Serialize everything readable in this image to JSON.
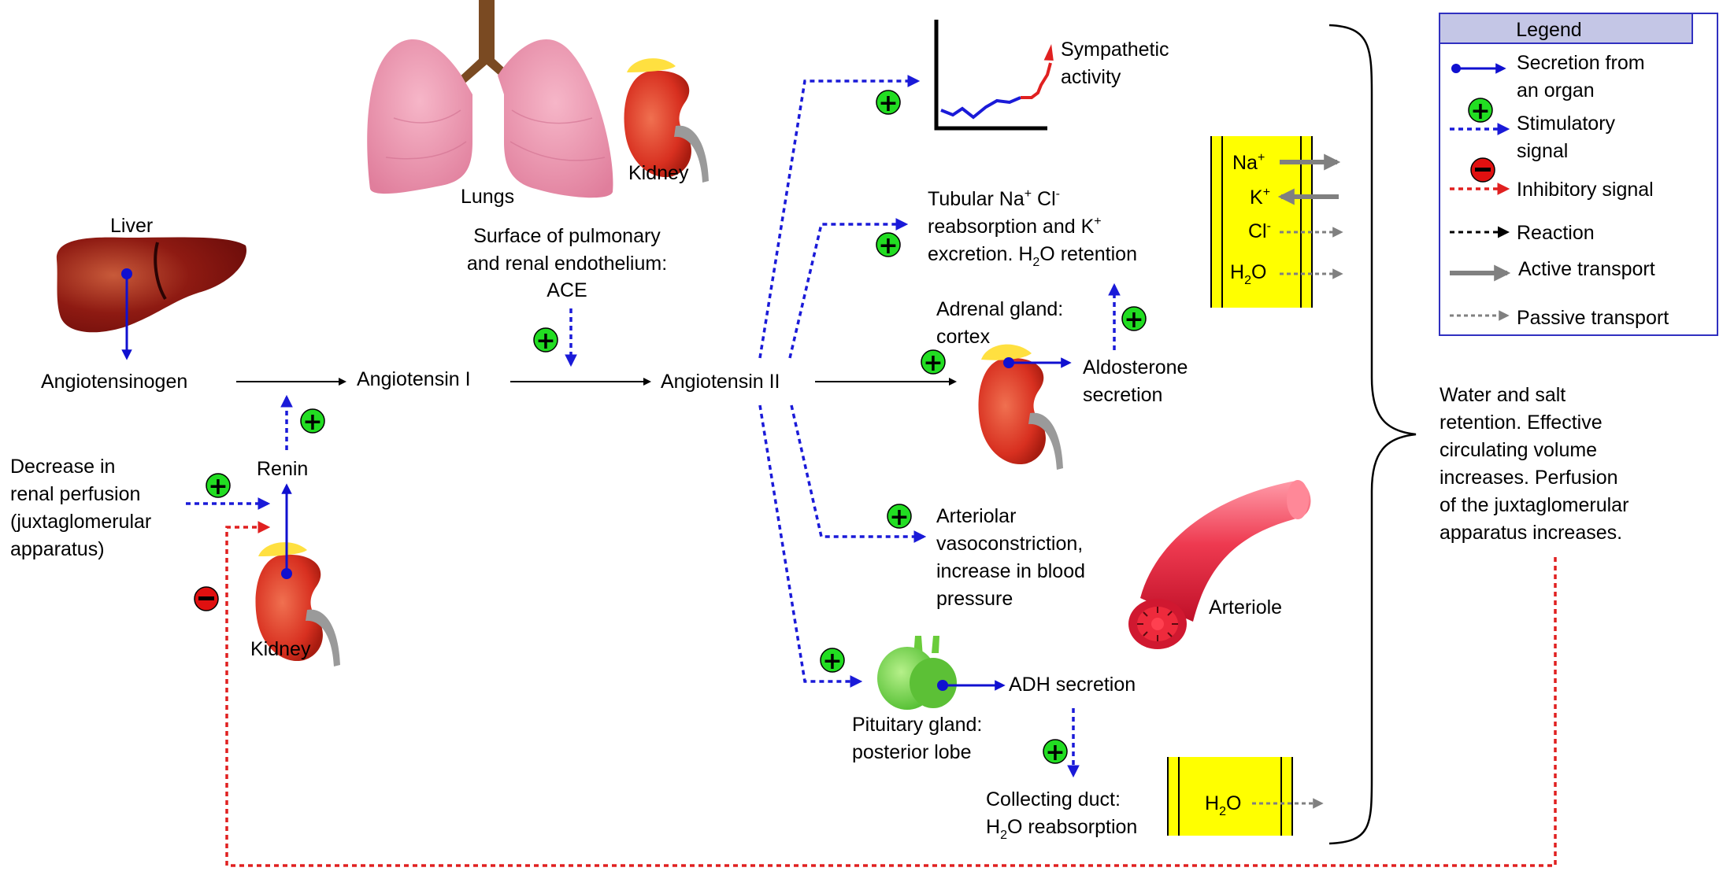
{
  "colors": {
    "secretion": "#1010d0",
    "stimulatory": "#1a1ad8",
    "inhibitory": "#e02020",
    "reaction": "#000000",
    "transport": "#808080",
    "plus_badge": "#22dd22",
    "minus_badge": "#e01010",
    "membrane": "#ffff00",
    "legend_header": "#c4c6e6",
    "legend_border": "#3030c0"
  },
  "icons": [
    "liver-icon",
    "lungs-icon",
    "kidney-icon",
    "adrenal-cap-icon",
    "pituitary-gland-icon",
    "arteriole-icon",
    "activity-graph-icon",
    "curly-brace-icon"
  ],
  "labels": {
    "liver": "Liver",
    "lungs": "Lungs",
    "kidney_top": "Kidney",
    "kidney_bottom": "Kidney",
    "angiotensinogen": "Angiotensinogen",
    "angiotensin1": "Angiotensin I",
    "angiotensin2": "Angiotensin II",
    "ace_1": "Surface of pulmonary",
    "ace_2": "and renal endothelium:",
    "ace_3": "ACE",
    "renin": "Renin",
    "decrease_1": "Decrease in",
    "decrease_2": "renal perfusion",
    "decrease_3": "(juxtaglomerular",
    "decrease_4": "apparatus)",
    "sympathetic_1": "Sympathetic",
    "sympathetic_2": "activity",
    "tubular_1a": "Tubular Na",
    "tubular_1b": "+",
    "tubular_1c": " Cl",
    "tubular_1d": "-",
    "tubular_2a": "reabsorption and K",
    "tubular_2b": "+",
    "tubular_3a": "excretion. H",
    "tubular_3b": "2",
    "tubular_3c": "O retention",
    "adrenal_1": "Adrenal gland:",
    "adrenal_2": "cortex",
    "aldosterone_1": "Aldosterone",
    "aldosterone_2": "secretion",
    "arteriolar_1": "Arteriolar",
    "arteriolar_2": "vasoconstriction,",
    "arteriolar_3": "increase in blood",
    "arteriolar_4": "pressure",
    "arteriole": "Arteriole",
    "pituitary_1": "Pituitary gland:",
    "pituitary_2": "posterior lobe",
    "adh": "ADH secretion",
    "collecting_1": "Collecting duct:",
    "collecting_2a": "H",
    "collecting_2b": "2",
    "collecting_2c": "O reabsorption",
    "ion_na": "Na",
    "ion_na_sup": "+",
    "ion_k": "K",
    "ion_k_sup": "+",
    "ion_cl": "Cl",
    "ion_cl_sup": "-",
    "ion_h2o_a": "H",
    "ion_h2o_b": "2",
    "ion_h2o_c": "O",
    "duct_h2o_a": "H",
    "duct_h2o_b": "2",
    "duct_h2o_c": "O",
    "water_1": "Water and salt",
    "water_2": "retention. Effective",
    "water_3": "circulating volume",
    "water_4": "increases. Perfusion",
    "water_5": "of the juxtaglomerular",
    "water_6": "apparatus increases."
  },
  "legend": {
    "title": "Legend",
    "secretion_1": "Secretion from",
    "secretion_2": "an organ",
    "stimulatory_1": "Stimulatory",
    "stimulatory_2": "signal",
    "inhibitory": "Inhibitory signal",
    "reaction": "Reaction",
    "active": "Active transport",
    "passive": "Passive transport"
  },
  "signs": {
    "plus": "+",
    "minus": "−"
  }
}
